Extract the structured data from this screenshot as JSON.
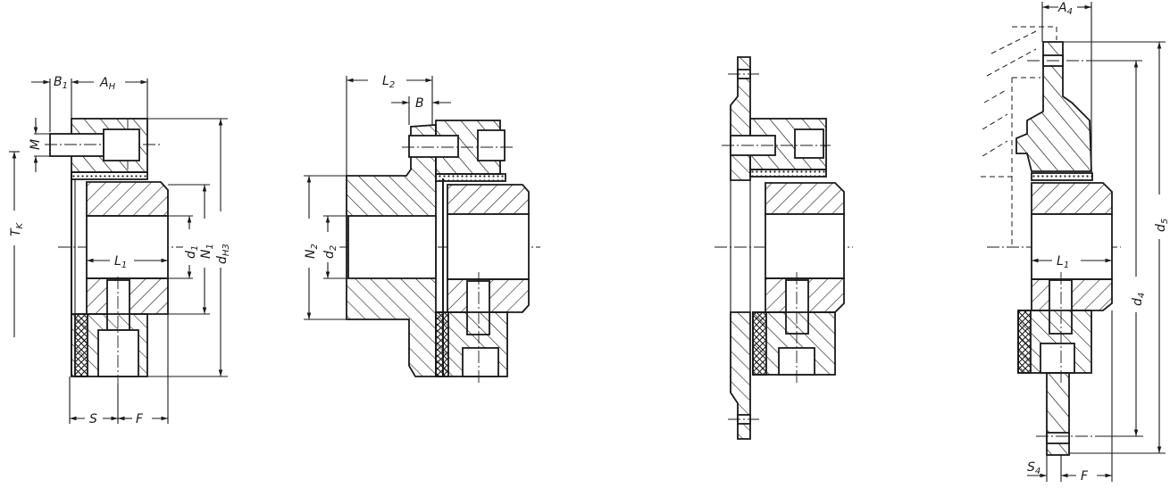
{
  "figure": {
    "type": "technical section drawing",
    "subject": "flexible shaft coupling variants (section views)",
    "line_color": "#1a1a1a",
    "background": "#ffffff"
  },
  "views": [
    {
      "id": "view-1",
      "labels": {
        "B1": {
          "main": "B",
          "sub": "1"
        },
        "AH": {
          "main": "A",
          "sub": "H"
        },
        "M": {
          "main": "M",
          "sub": ""
        },
        "TK": {
          "main": "T",
          "sub": "K"
        },
        "d1": {
          "main": "d",
          "sub": "1"
        },
        "N1": {
          "main": "N",
          "sub": "1"
        },
        "dH3": {
          "main": "d",
          "sub": "H3"
        },
        "L1": {
          "main": "L",
          "sub": "1"
        },
        "S": {
          "main": "S",
          "sub": ""
        },
        "F": {
          "main": "F",
          "sub": ""
        }
      }
    },
    {
      "id": "view-2",
      "labels": {
        "L2": {
          "main": "L",
          "sub": "2"
        },
        "B": {
          "main": "B",
          "sub": ""
        },
        "N2": {
          "main": "N",
          "sub": "2"
        },
        "d2": {
          "main": "d",
          "sub": "2"
        }
      }
    },
    {
      "id": "view-3",
      "labels": {}
    },
    {
      "id": "view-4",
      "labels": {
        "A4": {
          "main": "A",
          "sub": "4"
        },
        "d5": {
          "main": "d",
          "sub": "5"
        },
        "d4": {
          "main": "d",
          "sub": "4"
        },
        "L1": {
          "main": "L",
          "sub": "1"
        },
        "S4": {
          "main": "S",
          "sub": "4"
        },
        "F": {
          "main": "F",
          "sub": ""
        }
      }
    }
  ]
}
